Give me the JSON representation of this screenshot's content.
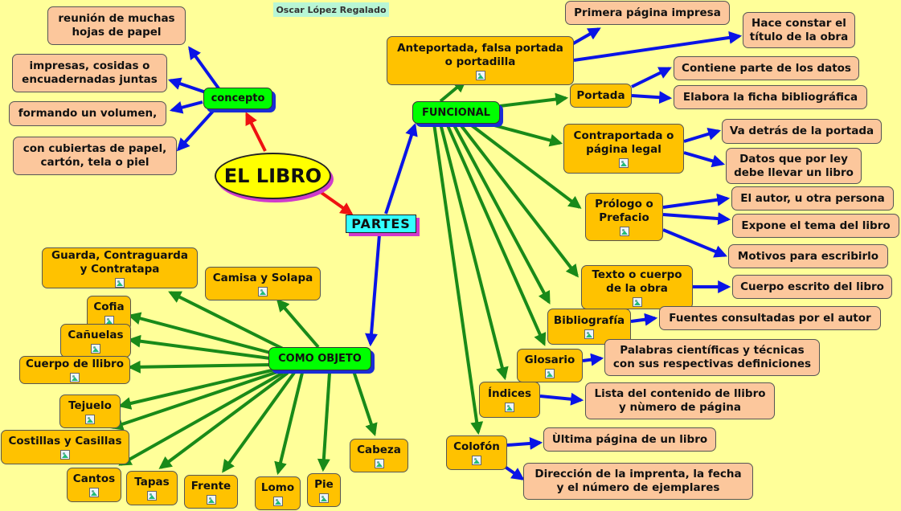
{
  "author": "Oscar López Regalado",
  "central": "EL LIBRO",
  "concepto": {
    "label": "concepto",
    "items": [
      "reunión de muchas\nhojas de papel",
      "impresas, cosidas o\nencuadernadas juntas",
      "formando un volumen,",
      "con cubiertas de papel,\ncartón, tela o piel"
    ]
  },
  "partes": "PARTES",
  "funcional": {
    "label": "FUNCIONAL",
    "anteportada": {
      "label": "Anteportada, falsa portada\no portadilla",
      "items": [
        "Primera página impresa",
        "Hace constar el\ntítulo de la obra"
      ]
    },
    "portada": {
      "label": "Portada",
      "items": [
        "Contiene parte de los datos",
        "Elabora la ficha bibliográfica"
      ]
    },
    "contraportada": {
      "label": "Contraportada o\npágina legal",
      "items": [
        "Va detrás de la portada",
        "Datos que por ley\ndebe llevar un libro"
      ]
    },
    "prologo": {
      "label": "Prólogo o\nPrefacio",
      "items": [
        "El autor, u otra persona",
        "Expone el tema del libro",
        "Motivos para escribirlo"
      ]
    },
    "texto": {
      "label": "Texto o cuerpo\nde la obra",
      "items": [
        "Cuerpo escrito del libro"
      ]
    },
    "bibliografia": {
      "label": "Bibliografía",
      "items": [
        "Fuentes consultadas por el autor"
      ]
    },
    "glosario": {
      "label": "Glosario",
      "items": [
        "Palabras científicas y técnicas\ncon sus respectivas definiciones"
      ]
    },
    "indices": {
      "label": "Índices",
      "items": [
        "Lista del contenido de llibro\ny nùmero de página"
      ]
    },
    "colofon": {
      "label": "Colofón",
      "items": [
        "Ùltima página de un libro",
        "Dirección de la imprenta, la fecha\ny el número de ejemplares"
      ]
    }
  },
  "objeto": {
    "label": "COMO OBJETO",
    "items": {
      "guarda": "Guarda, Contraguarda\ny Contratapa",
      "camisa": "Camisa y Solapa",
      "cofia": "Cofia",
      "canuelas": "Cañuelas",
      "cuerpo": "Cuerpo de llibro",
      "tejuelo": "Tejuelo",
      "costillas": "Costillas y Casillas",
      "cantos": "Cantos",
      "tapas": "Tapas",
      "frente": "Frente",
      "lomo": "Lomo",
      "pie": "Pie",
      "cabeza": "Cabeza"
    }
  },
  "colors": {
    "green_line": "#198a19",
    "blue_line": "#0a14e6",
    "red_line": "#ee1111",
    "background": "#ffff99"
  }
}
